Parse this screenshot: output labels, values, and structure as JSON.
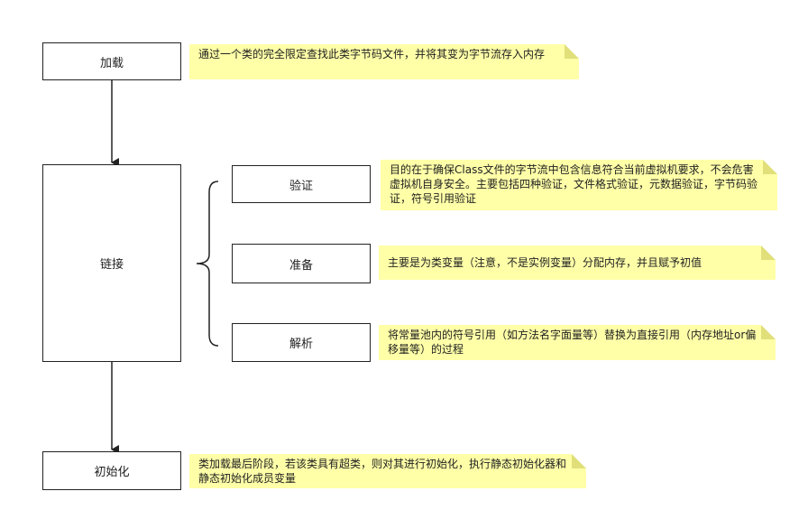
{
  "stages": {
    "load": "加载",
    "link": "链接",
    "init": "初始化"
  },
  "substages": {
    "verify": "验证",
    "prepare": "准备",
    "resolve": "解析"
  },
  "notes": {
    "load": "通过一个类的完全限定查找此类字节码文件，并将其变为字节流存入内存",
    "verify": "目的在于确保Class文件的字节流中包含信息符合当前虚拟机要求，不会危害虚拟机自身安全。主要包括四种验证，文件格式验证，元数据验证，字节码验证，符号引用验证",
    "prepare": "主要是为类变量（注意，不是实例变量）分配内存，并且赋予初值",
    "resolve": "将常量池内的符号引用（如方法名字面量等）替换为直接引用（内存地址or偏移量等）的过程",
    "init": "类加载最后阶段，若该类具有超类，则对其进行初始化，执行静态初始化器和静态初始化成员变量"
  }
}
